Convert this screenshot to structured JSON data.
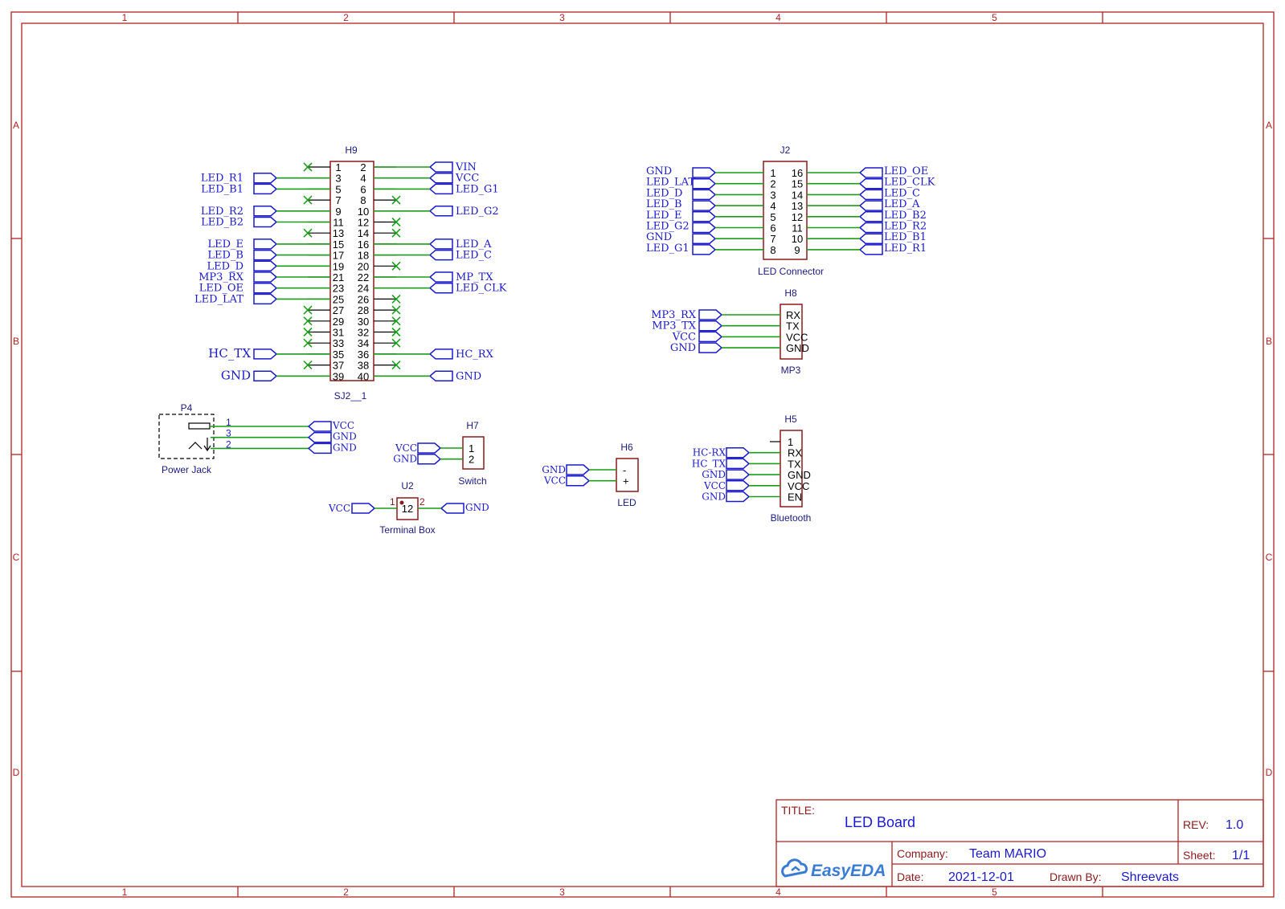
{
  "frame": {
    "columns": [
      "1",
      "2",
      "3",
      "4",
      "5"
    ],
    "rows": [
      "A",
      "B",
      "C",
      "D"
    ],
    "border_color": "#b22222"
  },
  "colors": {
    "wire": "#1a9c1a",
    "net_label": "#1a1acc",
    "part": "#8b1a1a",
    "noconnect": "#1aa31a"
  },
  "h9": {
    "ref": "H9",
    "name": "SJ2__1",
    "pins": [
      "1",
      "2",
      "3",
      "4",
      "5",
      "6",
      "7",
      "8",
      "9",
      "10",
      "11",
      "12",
      "13",
      "14",
      "15",
      "16",
      "17",
      "18",
      "19",
      "20",
      "21",
      "22",
      "23",
      "24",
      "25",
      "26",
      "27",
      "28",
      "29",
      "30",
      "31",
      "32",
      "33",
      "34",
      "35",
      "36",
      "37",
      "38",
      "39",
      "40"
    ],
    "left_nets": [
      {
        "row": 1,
        "label": "LED_R1"
      },
      {
        "row": 2,
        "label": "LED_B1"
      },
      {
        "row": 4,
        "label": "LED_R2"
      },
      {
        "row": 5,
        "label": "LED_B2"
      },
      {
        "row": 7,
        "label": "LED_E"
      },
      {
        "row": 8,
        "label": "LED_B"
      },
      {
        "row": 9,
        "label": "LED_D"
      },
      {
        "row": 10,
        "label": "MP3_RX"
      },
      {
        "row": 11,
        "label": "LED_OE"
      },
      {
        "row": 12,
        "label": "LED_LAT"
      },
      {
        "row": 17,
        "label": "HC_TX"
      },
      {
        "row": 19,
        "label": "GND"
      }
    ],
    "right_nets": [
      {
        "row": 0,
        "label": "VIN"
      },
      {
        "row": 1,
        "label": "VCC"
      },
      {
        "row": 2,
        "label": "LED_G1"
      },
      {
        "row": 4,
        "label": "LED_G2"
      },
      {
        "row": 7,
        "label": "LED_A"
      },
      {
        "row": 8,
        "label": "LED_C"
      },
      {
        "row": 10,
        "label": "MP_TX"
      },
      {
        "row": 11,
        "label": "LED_CLK"
      },
      {
        "row": 17,
        "label": "HC_RX"
      },
      {
        "row": 19,
        "label": "GND"
      }
    ],
    "left_nc": [
      0,
      3,
      6,
      13,
      14,
      15,
      16,
      18
    ],
    "right_nc": [
      3,
      5,
      6,
      9,
      12,
      13,
      14,
      15,
      16,
      18
    ]
  },
  "j2": {
    "ref": "J2",
    "name": "LED Connector",
    "left_pins": [
      "1",
      "2",
      "3",
      "4",
      "5",
      "6",
      "7",
      "8"
    ],
    "right_pins": [
      "16",
      "15",
      "14",
      "13",
      "12",
      "11",
      "10",
      "9"
    ],
    "left_nets": [
      "GND",
      "LED_LAT",
      "LED_D",
      "LED_B",
      "LED_E",
      "LED_G2",
      "GND",
      "LED_G1"
    ],
    "right_nets": [
      "LED_OE",
      "LED_CLK",
      "LED_C",
      "LED_A",
      "LED_B2",
      "LED_R2",
      "LED_B1",
      "LED_R1"
    ]
  },
  "h8": {
    "ref": "H8",
    "name": "MP3",
    "pins": [
      "RX",
      "TX",
      "VCC",
      "GND"
    ],
    "nets": [
      "MP3_RX",
      "MP3_TX",
      "VCC",
      "GND"
    ]
  },
  "h5": {
    "ref": "H5",
    "name": "Bluetooth",
    "pins": [
      "1",
      "RX",
      "TX",
      "GND",
      "VCC",
      "EN"
    ],
    "nets": [
      "",
      "HC-RX",
      "HC_TX",
      "GND",
      "VCC",
      "GND"
    ]
  },
  "p4": {
    "ref": "P4",
    "name": "Power Jack",
    "pins": [
      "1",
      "3",
      "2"
    ],
    "nets": [
      "VCC",
      "GND",
      "GND"
    ]
  },
  "h7": {
    "ref": "H7",
    "name": "Switch",
    "pins": [
      "1",
      "2"
    ],
    "nets": [
      "VCC",
      "GND"
    ]
  },
  "h6": {
    "ref": "H6",
    "name": "LED",
    "pins": [
      "-",
      "+"
    ],
    "nets": [
      "GND",
      "VCC"
    ]
  },
  "u2": {
    "ref": "U2",
    "name": "Terminal Box",
    "pins": [
      "1",
      "2"
    ],
    "inner": "12",
    "nets": [
      "VCC",
      "GND"
    ]
  },
  "title_block": {
    "title_label": "TITLE:",
    "title": "LED Board",
    "rev_label": "REV:",
    "rev": "1.0",
    "company_label": "Company:",
    "company": "Team MARIO",
    "sheet_label": "Sheet:",
    "sheet": "1/1",
    "date_label": "Date:",
    "date": "2021-12-01",
    "drawn_label": "Drawn By:",
    "drawn": "Shreevats",
    "logo": "EasyEDA",
    "logo_icon": "cloud-icon"
  }
}
